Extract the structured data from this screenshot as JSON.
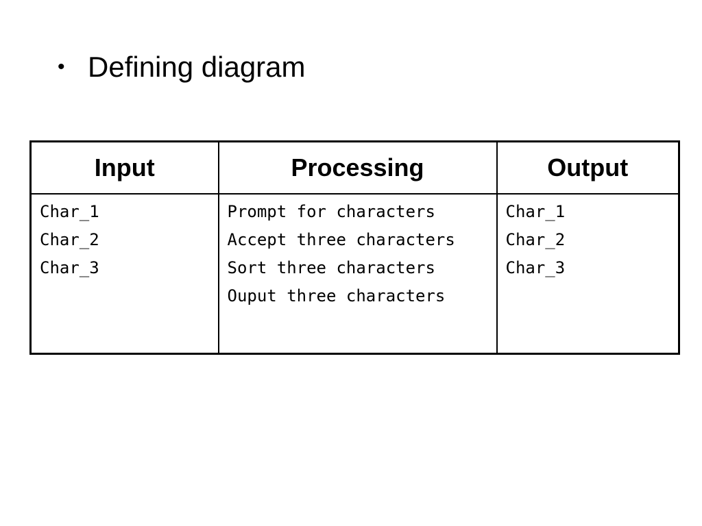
{
  "slide": {
    "bullet": "•",
    "title": "Defining diagram"
  },
  "table": {
    "headers": [
      "Input",
      "Processing",
      "Output"
    ],
    "columns": [
      [
        "Char_1",
        "Char_2",
        "Char_3"
      ],
      [
        "Prompt for characters",
        "Accept three characters",
        "Sort three characters",
        "Ouput three characters"
      ],
      [
        "Char_1",
        "Char_2",
        "Char_3"
      ]
    ]
  }
}
